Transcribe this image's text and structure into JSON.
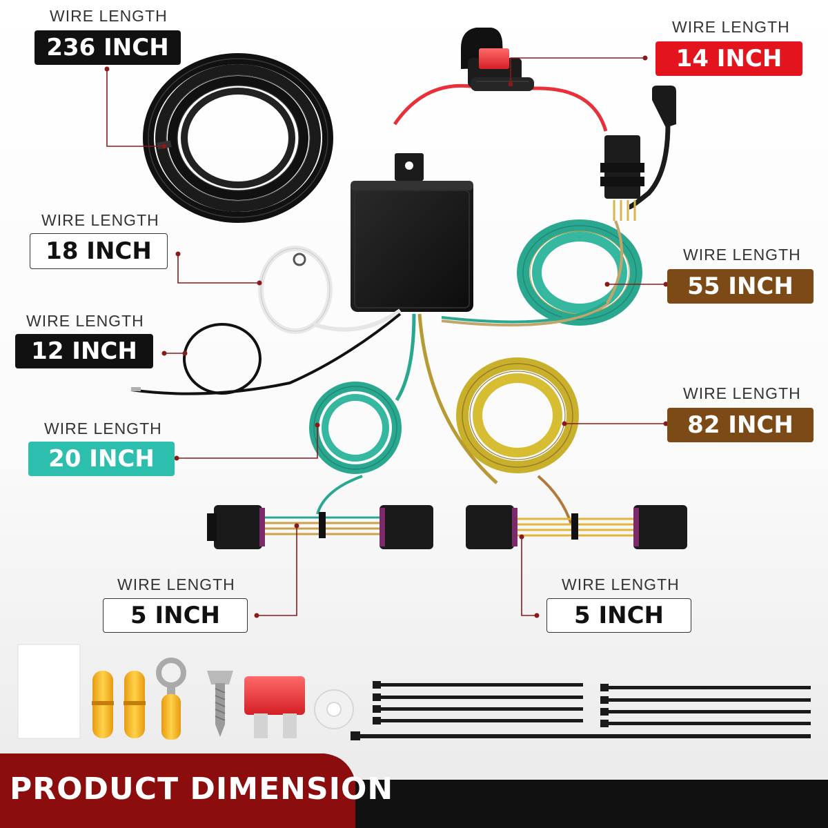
{
  "footer": {
    "title": "PRODUCT DIMENSION"
  },
  "callouts": [
    {
      "id": "main",
      "caption": "WIRE LENGTH",
      "value": "236 INCH",
      "style": "black"
    },
    {
      "id": "fuse",
      "caption": "WIRE LENGTH",
      "value": "14 INCH",
      "style": "red"
    },
    {
      "id": "ring",
      "caption": "WIRE LENGTH",
      "value": "18 INCH",
      "style": "white"
    },
    {
      "id": "green-coil",
      "caption": "WIRE LENGTH",
      "value": "55 INCH",
      "style": "brown"
    },
    {
      "id": "black-wire",
      "caption": "WIRE LENGTH",
      "value": "12 INCH",
      "style": "black"
    },
    {
      "id": "yellow-coil",
      "caption": "WIRE LENGTH",
      "value": "82 INCH",
      "style": "brown"
    },
    {
      "id": "teal-coil",
      "caption": "WIRE LENGTH",
      "value": "20 INCH",
      "style": "teal"
    },
    {
      "id": "left-harness",
      "caption": "WIRE LENGTH",
      "value": "5 INCH",
      "style": "white"
    },
    {
      "id": "right-harness",
      "caption": "WIRE LENGTH",
      "value": "5 INCH",
      "style": "white"
    }
  ],
  "colors": {
    "leader": "#8a1a1a",
    "teal_wire": "#2aa88f",
    "yellow_wire": "#c8b02a",
    "red_wire": "#e8303a",
    "footer_red": "#8b0d0d",
    "footer_black": "#111111"
  }
}
